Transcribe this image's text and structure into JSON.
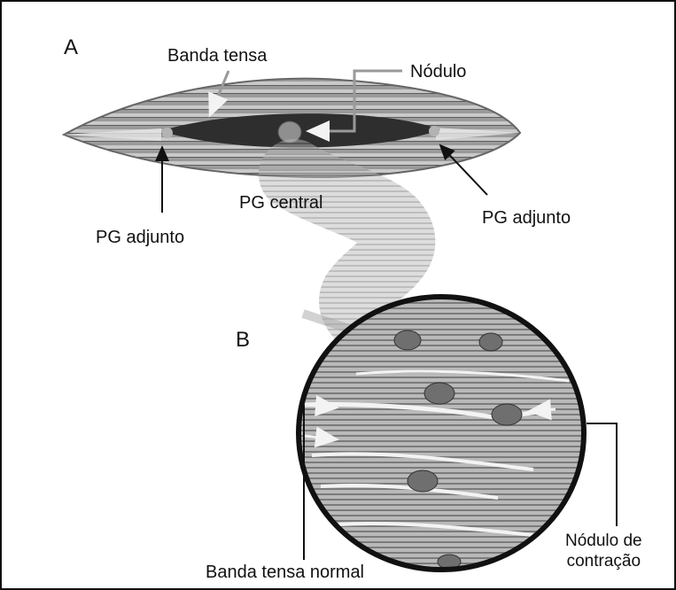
{
  "panels": {
    "a": "A",
    "b": "B"
  },
  "labels": {
    "banda_tensa": "Banda tensa",
    "nodulo": "Nódulo",
    "pg_central": "PG central",
    "pg_adjunto_left": "PG adjunto",
    "pg_adjunto_right": "PG adjunto",
    "banda_tensa_normal": "Banda tensa normal",
    "nodulo_contracao_line1": "Nódulo de",
    "nodulo_contracao_line2": "contração"
  },
  "colors": {
    "fiber_light": "#bdbdbd",
    "fiber_mid": "#8e8e8e",
    "fiber_dark": "#3a3a3a",
    "outline": "#111111",
    "arrow": "#111111"
  }
}
